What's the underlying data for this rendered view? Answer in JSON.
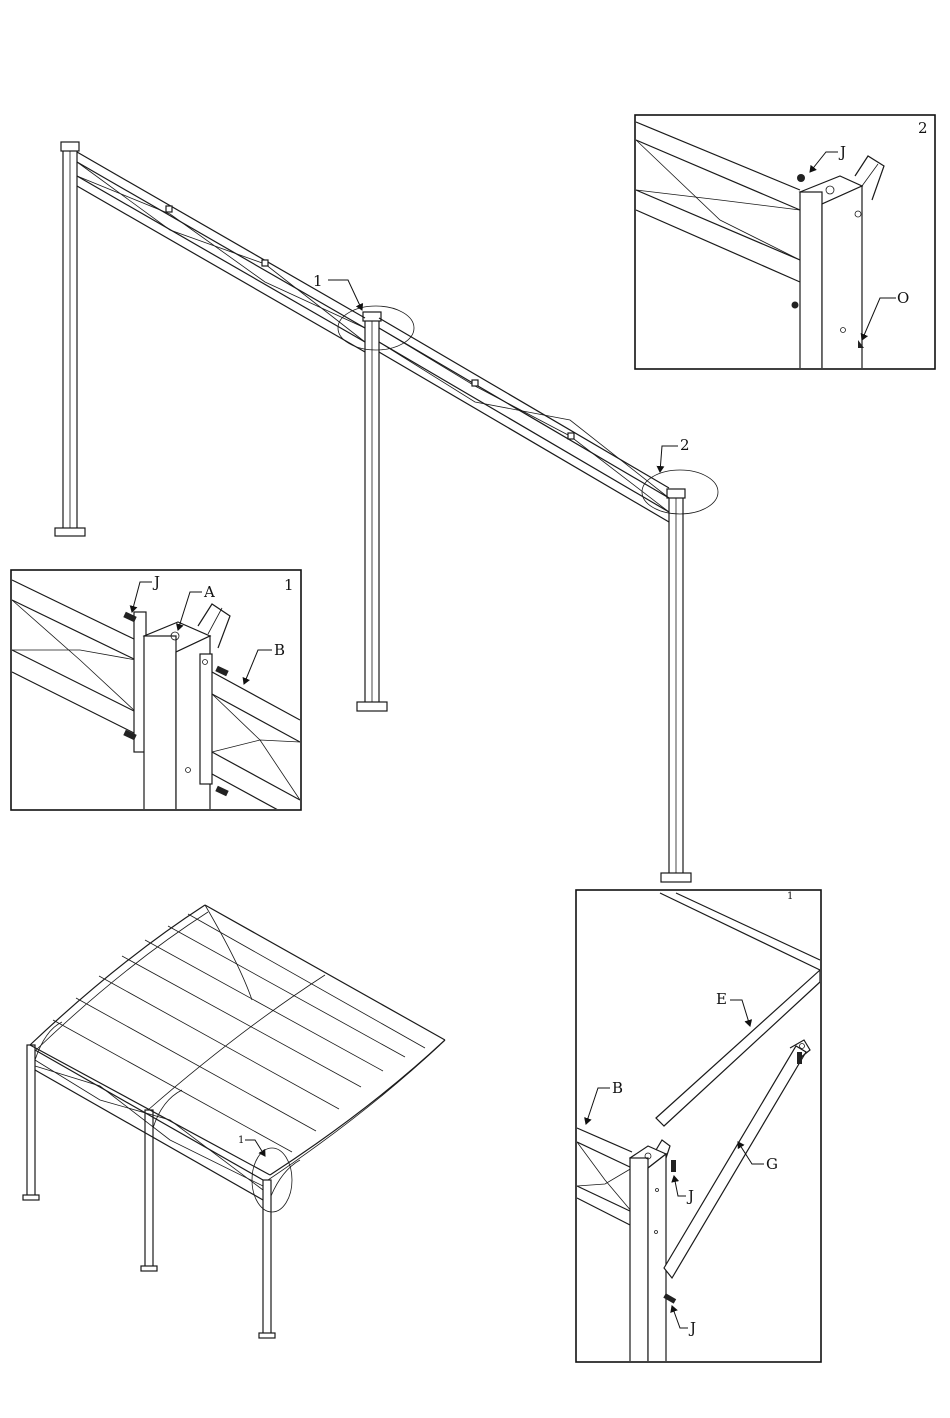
{
  "main_frame": {
    "callouts": [
      {
        "id": "1",
        "text": "1"
      },
      {
        "id": "2",
        "text": "2"
      }
    ]
  },
  "detail_2": {
    "number": "2",
    "labels": {
      "j": "J",
      "o": "O"
    }
  },
  "detail_1": {
    "number": "1",
    "labels": {
      "j": "J",
      "a": "A",
      "b": "B"
    }
  },
  "canopy": {
    "callout": "1"
  },
  "detail_canopy": {
    "number": "1",
    "labels": {
      "e": "E",
      "b": "B",
      "g": "G",
      "j1": "J",
      "j2": "J"
    }
  }
}
